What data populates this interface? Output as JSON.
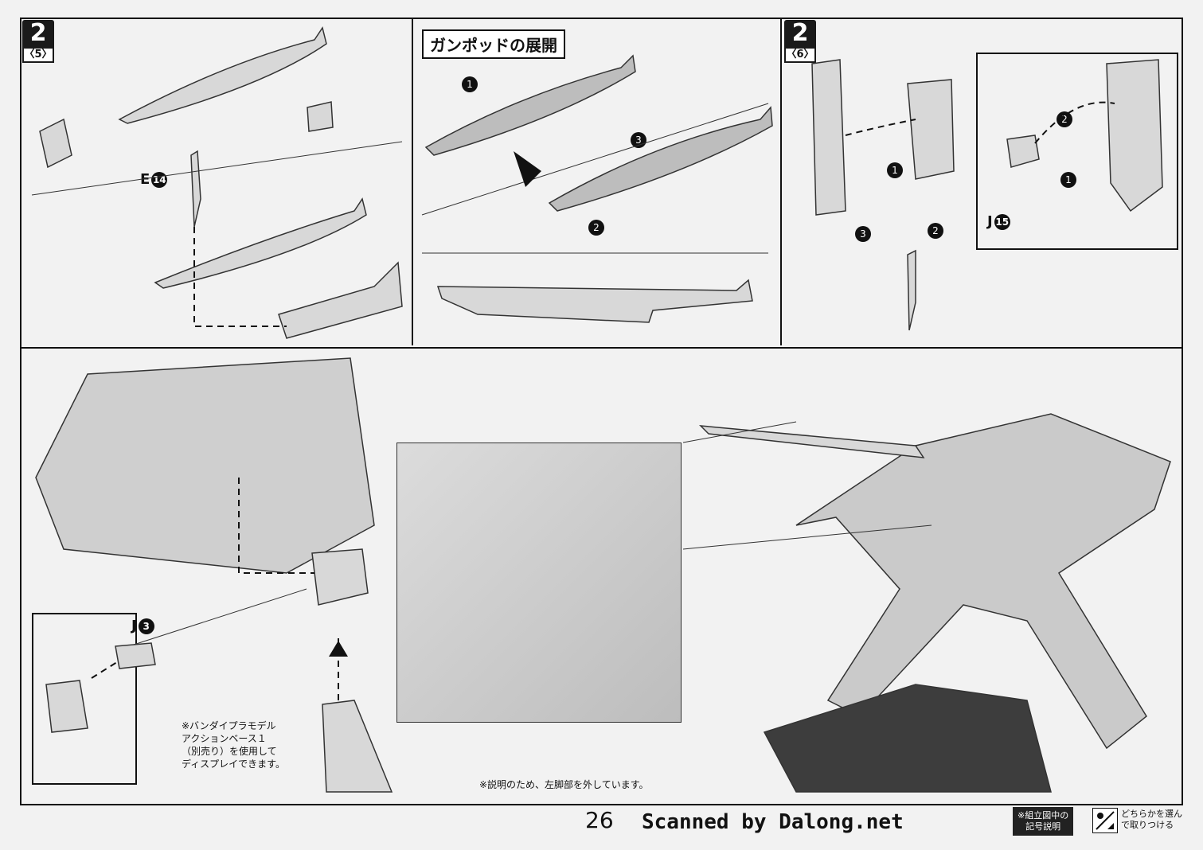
{
  "panels": {
    "a": {
      "step": "2",
      "sub": "5"
    },
    "b": {
      "title": "ガンポッドの展開"
    },
    "c": {
      "step": "2",
      "sub": "6"
    }
  },
  "parts": {
    "e14": {
      "letter": "E",
      "num": "14"
    },
    "j15": {
      "letter": "J",
      "num": "15"
    },
    "j3": {
      "letter": "J",
      "num": "3"
    }
  },
  "arrows": {
    "b1": "1",
    "b2": "2",
    "b3": "3",
    "c1": "1",
    "c2": "2",
    "c3": "3",
    "d1": "1",
    "d2": "2"
  },
  "notes": {
    "stand": "※バンダイプラモデル\nアクションベース１\n（別売り）を使用して\nディスプレイできます。",
    "leg": "※説明のため、左脚部を外しています。"
  },
  "footer": {
    "page_number": "26",
    "scan_credit": "Scanned by Dalong.net",
    "legend_box": "※組立図中の\n記号説明",
    "legend_text": "どちらかを選ん\nで取りつける"
  }
}
